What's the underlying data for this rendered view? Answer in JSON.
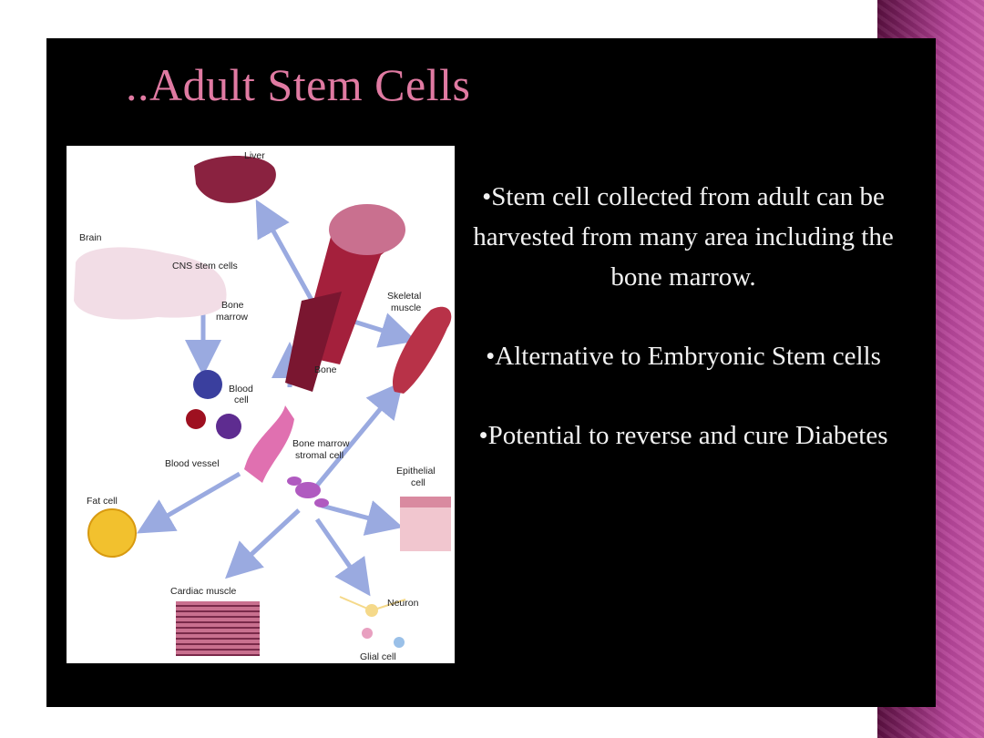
{
  "slide": {
    "title": "..Adult Stem Cells",
    "bullets": [
      "•Stem cell collected from adult can be harvested from many area including the bone marrow.",
      "•Alternative to Embryonic Stem cells",
      "•Potential to reverse and cure Diabetes"
    ]
  },
  "figure": {
    "labels": {
      "liver": "Liver",
      "brain": "Brain",
      "cns": "CNS stem cells",
      "bone_marrow_1": "Bone",
      "bone_marrow_2": "marrow",
      "skeletal_1": "Skeletal",
      "skeletal_2": "muscle",
      "bone": "Bone",
      "blood_cell_1": "Blood",
      "blood_cell_2": "cell",
      "blood_vessel": "Blood vessel",
      "stromal_1": "Bone marrow",
      "stromal_2": "stromal cell",
      "epithelial_1": "Epithelial",
      "epithelial_2": "cell",
      "fat_cell": "Fat cell",
      "cardiac": "Cardiac muscle",
      "neuron": "Neuron",
      "glial": "Glial cell"
    }
  },
  "colors": {
    "title": "#e07aa2",
    "slide_bg": "#000000",
    "accent_band": "#b9479c",
    "arrow": "#9aaae0"
  }
}
